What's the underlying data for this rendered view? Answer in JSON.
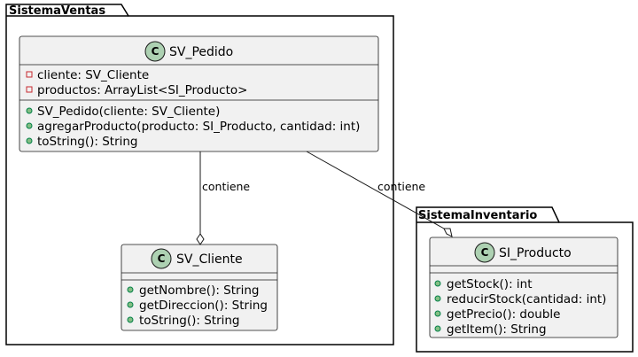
{
  "colors": {
    "class_fill": "#F1F1F1",
    "class_stroke": "#181818",
    "class_icon_fill": "#ADD1B2",
    "visibility_private": "#C82930",
    "visibility_public": "#038048"
  },
  "packages": [
    {
      "name": "SistemaVentas",
      "classes": [
        {
          "name": "SV_Pedido",
          "icon": "C",
          "attributes": [
            {
              "visibility": "private",
              "text": "cliente: SV_Cliente"
            },
            {
              "visibility": "private",
              "text": "productos: ArrayList<SI_Producto>"
            }
          ],
          "methods": [
            {
              "visibility": "public",
              "text": "SV_Pedido(cliente: SV_Cliente)"
            },
            {
              "visibility": "public",
              "text": "agregarProducto(producto: SI_Producto, cantidad: int)"
            },
            {
              "visibility": "public",
              "text": "toString(): String"
            }
          ]
        },
        {
          "name": "SV_Cliente",
          "icon": "C",
          "attributes": [],
          "methods": [
            {
              "visibility": "public",
              "text": "getNombre(): String"
            },
            {
              "visibility": "public",
              "text": "getDireccion(): String"
            },
            {
              "visibility": "public",
              "text": "toString(): String"
            }
          ]
        }
      ]
    },
    {
      "name": "SistemaInventario",
      "classes": [
        {
          "name": "SI_Producto",
          "icon": "C",
          "attributes": [],
          "methods": [
            {
              "visibility": "public",
              "text": "getStock(): int"
            },
            {
              "visibility": "public",
              "text": "reducirStock(cantidad: int)"
            },
            {
              "visibility": "public",
              "text": "getPrecio(): double"
            },
            {
              "visibility": "public",
              "text": "getItem(): String"
            }
          ]
        }
      ]
    }
  ],
  "relations": [
    {
      "from": "SV_Pedido",
      "to": "SV_Cliente",
      "type": "aggregation",
      "label": "contiene"
    },
    {
      "from": "SV_Pedido",
      "to": "SI_Producto",
      "type": "aggregation",
      "label": "contiene"
    }
  ]
}
